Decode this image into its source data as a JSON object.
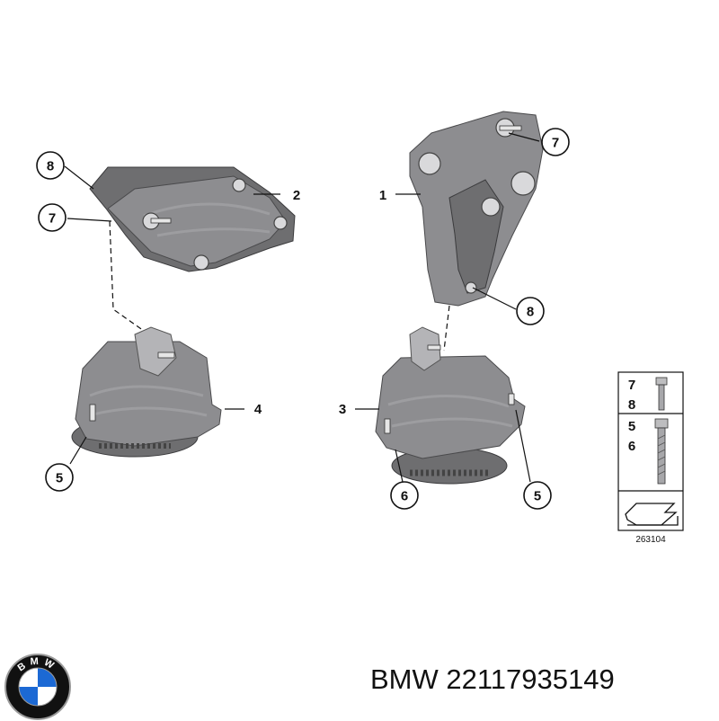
{
  "callouts": {
    "c1": "1",
    "c2": "2",
    "c3": "3",
    "c4": "4",
    "c5_left": "5",
    "c5_right": "5",
    "c6": "6",
    "c7_left": "7",
    "c7_right": "7",
    "c8_left": "8",
    "c8_right": "8"
  },
  "legend": {
    "upper_top": "7",
    "upper_bottom": "8",
    "lower_top": "5",
    "lower_bottom": "6"
  },
  "reference_code": "263104",
  "brand": {
    "logo_letters": "BMW",
    "label": "BMW 22117935149"
  },
  "colors": {
    "part_gray": "#8d8d90",
    "logo_blue": "#1c69d4",
    "logo_black": "#111111"
  }
}
